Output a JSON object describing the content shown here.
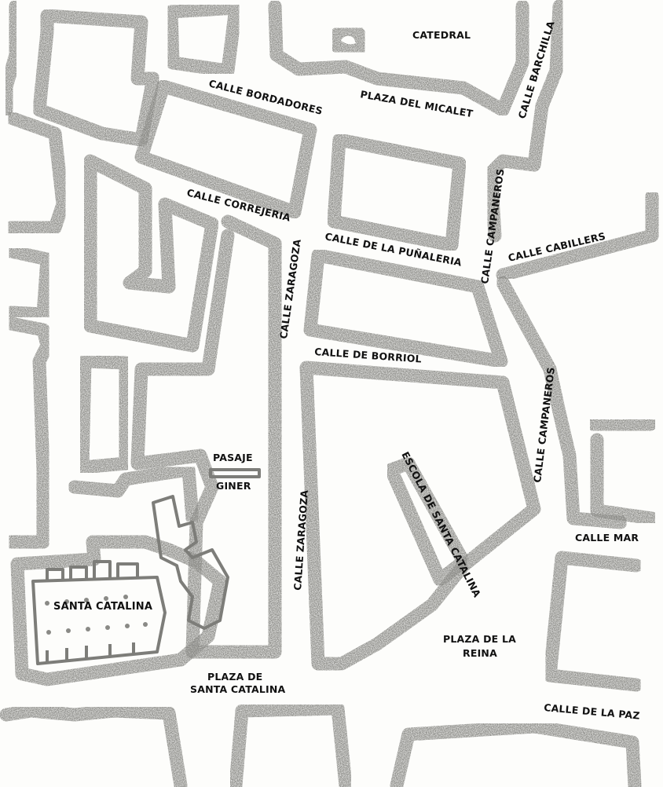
{
  "streets": {
    "catedral": "CATEDRAL",
    "calle_barchilla": "CALLE BARCHILLA",
    "calle_bordadores": "CALLE BORDADORES",
    "plaza_del_micalet": "PLAZA DEL MICALET",
    "calle_correjeria": "CALLE CORREJERIA",
    "calle_campaneros_north": "CALLE CAMPANEROS",
    "calle_de_la_punaleria": "CALLE DE LA PUÑALERIA",
    "calle_cabillers": "CALLE CABILLERS",
    "calle_zaragoza_north": "CALLE ZARAGOZA",
    "calle_de_borriol": "CALLE DE BORRIOL",
    "calle_campaneros_south": "CALLE CAMPANEROS",
    "pasaje": "PASAJE",
    "giner": "GINER",
    "escola_de_santa_catalina": "ESCOLA DE SANTA CATALINA",
    "calle_zaragoza_south": "CALLE ZARAGOZA",
    "calle_mar": "CALLE MAR",
    "santa_catalina": "SANTA CATALINA",
    "plaza_de_la": "PLAZA DE LA",
    "reina": "REINA",
    "plaza_de": "PLAZA DE",
    "santa_catalina_plaza": "SANTA CATALINA",
    "calle_de_la_paz": "CALLE DE LA PAZ"
  },
  "colors": {
    "block_outline": "#8a8a86",
    "label_text": "#111111",
    "background": "#fdfdfb"
  }
}
